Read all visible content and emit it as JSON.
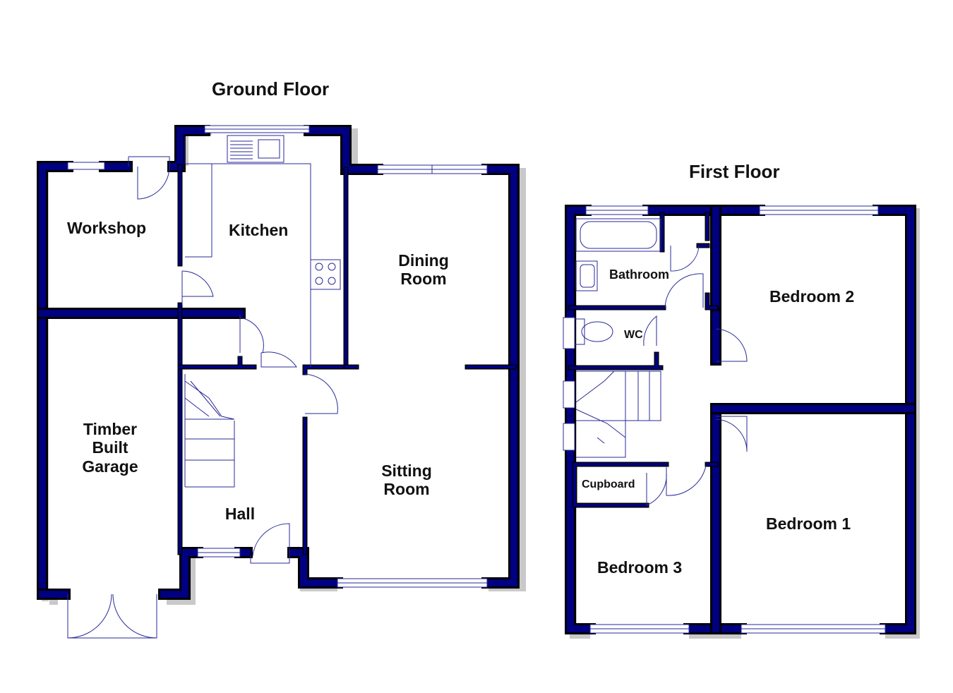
{
  "floors": {
    "ground": {
      "title": "Ground Floor",
      "rooms": {
        "workshop": "Workshop",
        "kitchen": "Kitchen",
        "dining_line1": "Dining",
        "dining_line2": "Room",
        "garage_line1": "Timber",
        "garage_line2": "Built",
        "garage_line3": "Garage",
        "sitting_line1": "Sitting",
        "sitting_line2": "Room",
        "hall": "Hall"
      }
    },
    "first": {
      "title": "First Floor",
      "rooms": {
        "bathroom": "Bathroom",
        "bedroom2": "Bedroom 2",
        "wc": "WC",
        "cupboard": "Cupboard",
        "bedroom1": "Bedroom 1",
        "bedroom3": "Bedroom 3"
      }
    }
  },
  "colors": {
    "wall": "#000080",
    "wall_outline": "#000000",
    "fixture": "#2a2a9a"
  }
}
